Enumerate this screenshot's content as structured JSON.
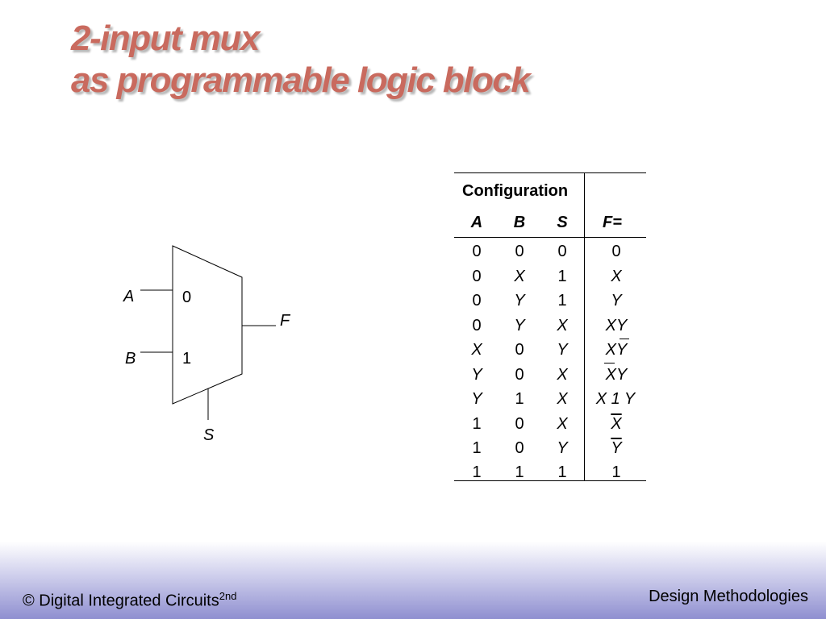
{
  "slide": {
    "title_line1": "2-input mux",
    "title_line2": "as programmable logic block",
    "title_color": "#c96a5e"
  },
  "mux": {
    "input_a": "A",
    "input_b": "B",
    "sel_0": "0",
    "sel_1": "1",
    "output": "F",
    "select": "S"
  },
  "table": {
    "group_header": "Configuration",
    "headers": [
      "A",
      "B",
      "S",
      "F="
    ],
    "rows": [
      [
        "0",
        "0",
        "0",
        "0"
      ],
      [
        "0",
        "X",
        "1",
        "X"
      ],
      [
        "0",
        "Y",
        "1",
        "Y"
      ],
      [
        "0",
        "Y",
        "X",
        "XY"
      ],
      [
        "X",
        "0",
        "Y",
        "XY"
      ],
      [
        "Y",
        "0",
        "X",
        "XY"
      ],
      [
        "Y",
        "1",
        "X",
        "X 1 Y"
      ],
      [
        "1",
        "0",
        "X",
        "X"
      ],
      [
        "1",
        "0",
        "Y",
        "Y"
      ],
      [
        "1",
        "1",
        "1",
        "1"
      ]
    ]
  },
  "footer": {
    "left": "© Digital Integrated Circuits",
    "left_sup": "2nd",
    "right": "Design Methodologies",
    "gradient_color": "#8f8fd0"
  }
}
